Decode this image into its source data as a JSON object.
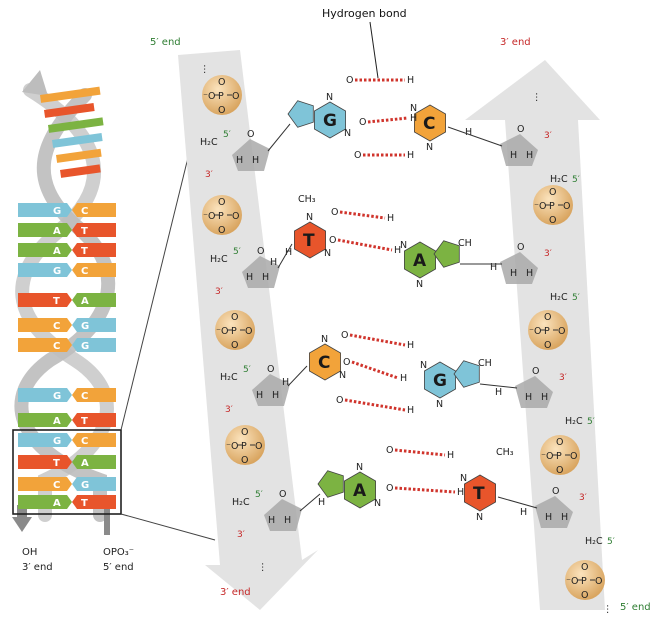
{
  "labels": {
    "hydrogen_bond": "Hydrogen bond",
    "five_end": "5′ end",
    "three_end": "3′ end",
    "prime3": "3′",
    "prime5": "5′",
    "oh": "OH",
    "opo3": "OPO₃⁻"
  },
  "letters": {
    "G": "G",
    "C": "C",
    "T": "T",
    "A": "A",
    "P": "P",
    "O": "O",
    "N": "N",
    "H": "H",
    "CH3": "CH₃",
    "H2C": "H₂C",
    "CH": "CH"
  },
  "helix_pairs": [
    {
      "left": "G",
      "right": "C"
    },
    {
      "left": "A",
      "right": "T"
    },
    {
      "left": "A",
      "right": "T"
    },
    {
      "left": "G",
      "right": "C"
    },
    {
      "left": "T",
      "right": "A"
    },
    {
      "left": "C",
      "right": "G"
    },
    {
      "left": "C",
      "right": "G"
    },
    {
      "left": "G",
      "right": "C"
    },
    {
      "left": "A",
      "right": "T"
    },
    {
      "left": "G",
      "right": "C"
    },
    {
      "left": "T",
      "right": "A"
    },
    {
      "left": "C",
      "right": "G"
    },
    {
      "left": "A",
      "right": "T"
    }
  ],
  "base_pairs": [
    {
      "left": "G",
      "right": "C"
    },
    {
      "left": "T",
      "right": "A"
    },
    {
      "left": "C",
      "right": "G"
    },
    {
      "left": "A",
      "right": "T"
    }
  ],
  "colors": {
    "G": "#7fc4d8",
    "C": "#f2a33a",
    "T": "#e8552b",
    "A": "#7cb342",
    "phosphate": "#e9c189",
    "sugar": "#a9a9a9",
    "strand": "#dcdcdc",
    "hbond": "#d0342c"
  }
}
